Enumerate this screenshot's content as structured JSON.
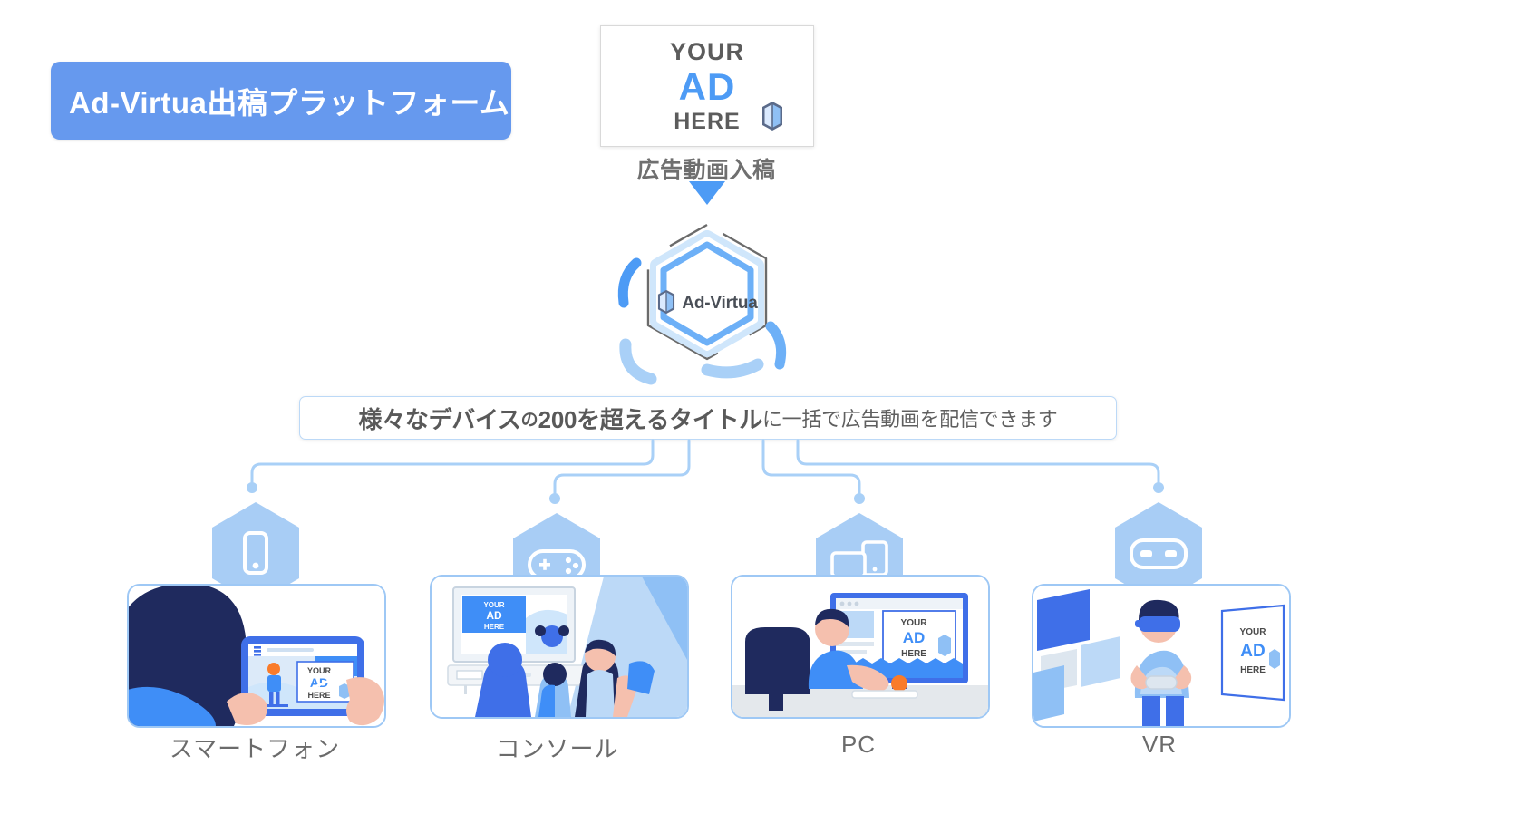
{
  "title": {
    "text": "Ad-Virtua出稿プラットフォーム",
    "bg_color": "#6699ee",
    "text_color": "#ffffff"
  },
  "ad_card": {
    "line1": "YOUR",
    "line2": "AD",
    "line3": "HERE",
    "accent_color": "#4d9bf5",
    "text_color": "#5c5c5c",
    "badge_icon": "ad-virtua-cube-icon"
  },
  "upload": {
    "label": "広告動画入稿",
    "arrow_icon": "arrow-down-icon",
    "arrow_color": "#4d9bf5"
  },
  "hub": {
    "logo_text": "Ad-Virtua",
    "logo_icon": "ad-virtua-cube-icon",
    "hex_color": "#4d9bf5",
    "hex_glow_color": "#a9d0f7"
  },
  "banner": {
    "part1": "様々なデバイス",
    "part2": "の",
    "part3": "200を超えるタイトル",
    "part4": "に一括で広告動画を配信できます",
    "border_color": "#bcd9f7"
  },
  "devices": [
    {
      "label": "スマートフォン",
      "icon": "smartphone-icon",
      "illustration": "person-holding-tablet-with-ad-illustration"
    },
    {
      "label": "コンソール",
      "icon": "gamepad-icon",
      "illustration": "family-watching-tv-console-with-ad-illustration"
    },
    {
      "label": "PC",
      "icon": "desktop-monitor-icon",
      "illustration": "person-at-desktop-computer-with-ad-illustration"
    },
    {
      "label": "VR",
      "icon": "vr-headset-icon",
      "illustration": "person-wearing-vr-headset-with-ad-illustration"
    }
  ],
  "colors": {
    "icon_hex_fill": "#a8cdf5",
    "card_border": "#9ec8f5",
    "connector": "#a9d0f7",
    "navy": "#1f2a5e",
    "blue": "#3f6fe8",
    "light_blue": "#8fc0f5",
    "skin": "#f5c0ae",
    "orange": "#f97b2a"
  }
}
